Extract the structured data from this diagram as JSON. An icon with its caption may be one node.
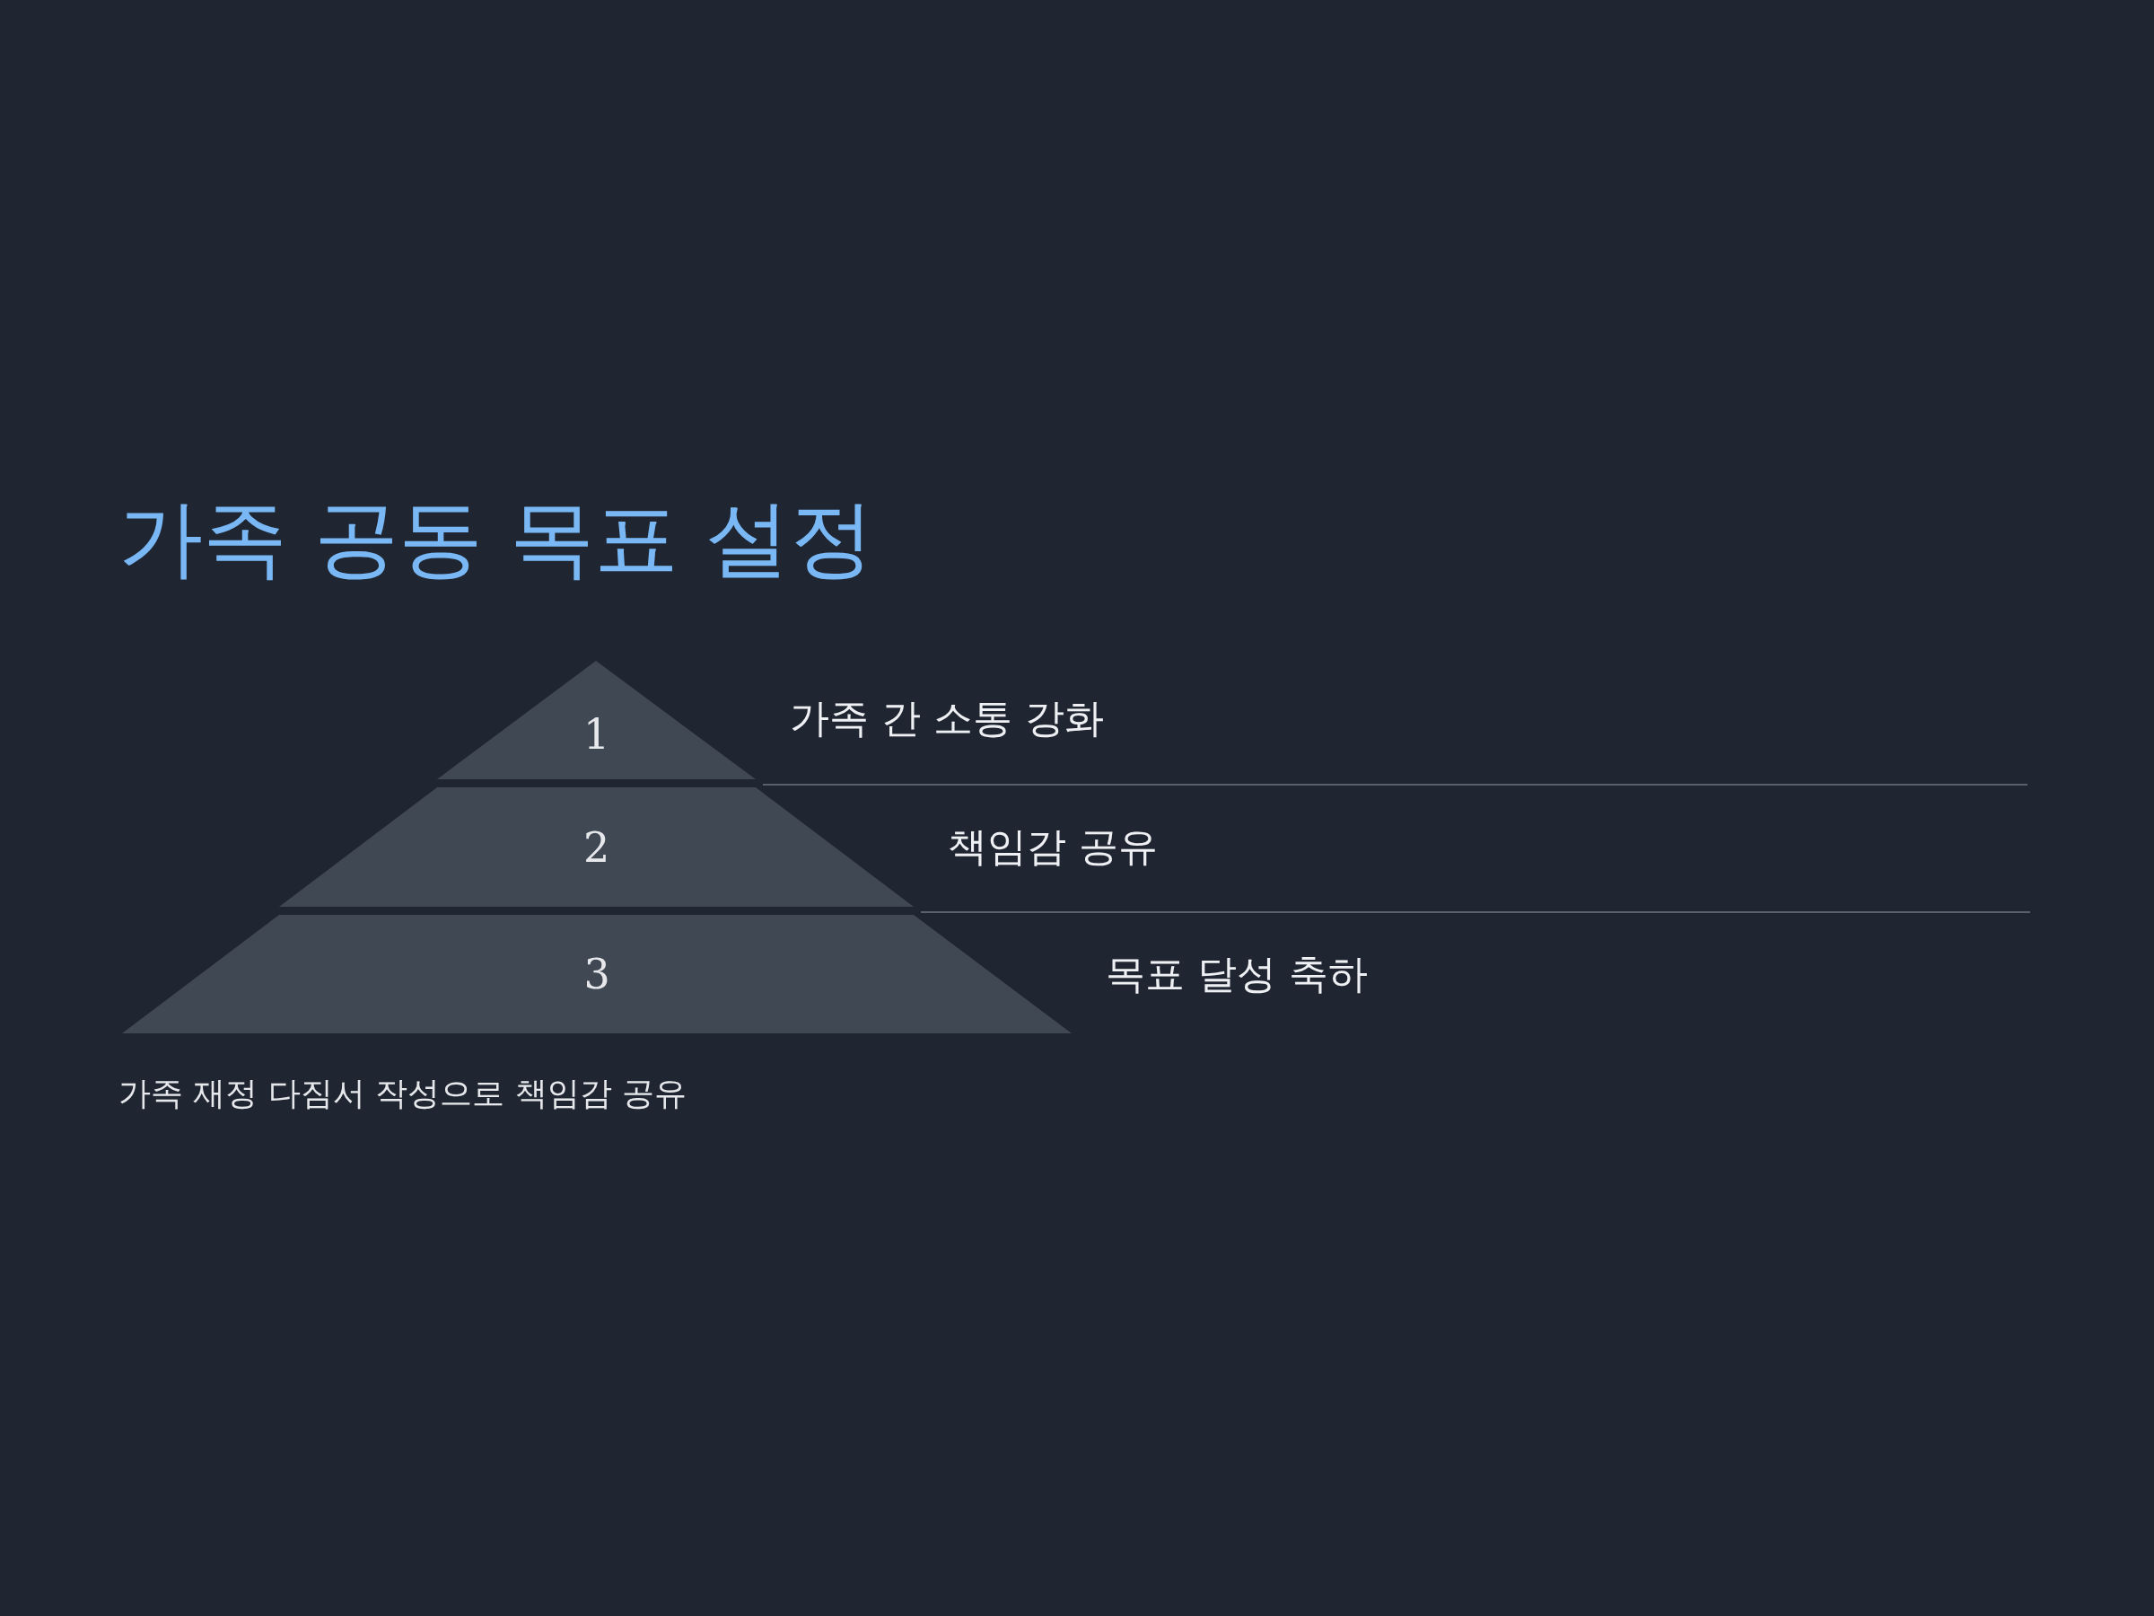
{
  "diagram": {
    "title": "가족 공동 목표 설정",
    "nodes": [
      {
        "text": [
          "1"
        ],
        "beside": [
          "가족 간 소통 강화"
        ]
      },
      {
        "text": [
          "2"
        ],
        "beside": [
          "책임감 공유"
        ]
      },
      {
        "text": [
          "3"
        ],
        "beside": [
          "목표 달성 축하"
        ]
      }
    ],
    "caption": "가족 재정 다짐서 작성으로 책임감 공유"
  }
}
